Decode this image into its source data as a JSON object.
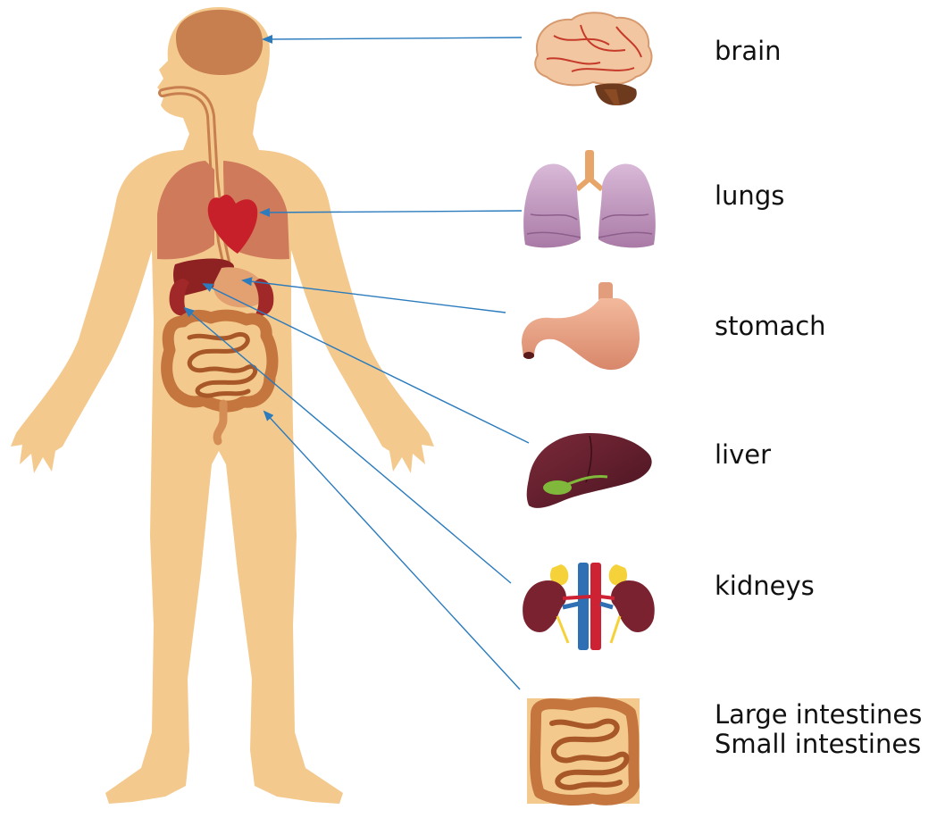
{
  "labels": {
    "brain": "brain",
    "lungs": "lungs",
    "stomach": "stomach",
    "liver": "liver",
    "kidneys": "kidneys",
    "large_intestines": "Large intestines",
    "small_intestines": "Small intestines"
  },
  "colors": {
    "skin": "#f3c98e",
    "brain": "#c87f4f",
    "lungs": "#cf7a5a",
    "heart": "#c8202a",
    "liver": "#8e2222",
    "stomach": "#e3a070",
    "intestine": "#c4763e",
    "arrow": "#2b7bbd"
  }
}
